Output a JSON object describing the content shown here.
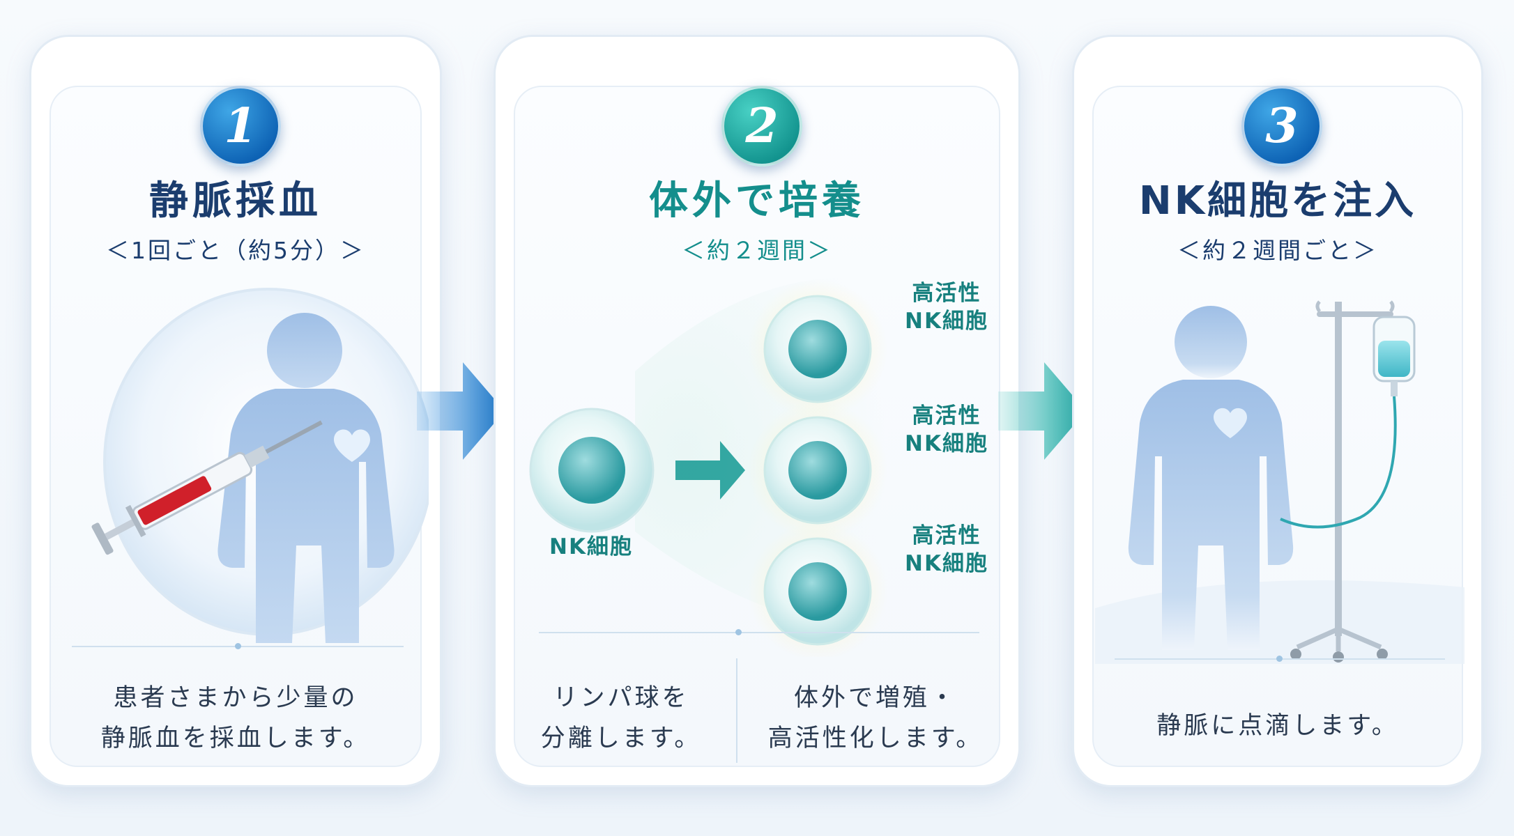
{
  "steps": [
    {
      "number": "1",
      "title": "静脈採血",
      "subtitle": "＜1回ごと（約5分）＞",
      "description_lines": [
        "患者さまから少量の",
        "静脈血を採血します。"
      ]
    },
    {
      "number": "2",
      "title": "体外で培養",
      "subtitle": "＜約２週間＞",
      "source_label": "NK細胞",
      "result_labels": [
        [
          "高活性",
          "NK細胞"
        ],
        [
          "高活性",
          "NK細胞"
        ],
        [
          "高活性",
          "NK細胞"
        ]
      ],
      "description_left": [
        "リンパ球を",
        "分離します。"
      ],
      "description_right": [
        "体外で増殖・",
        "高活性化します。"
      ]
    },
    {
      "number": "3",
      "title": "NK細胞を注入",
      "subtitle": "＜約２週間ごと＞",
      "description_lines": [
        "静脈に点滴します。"
      ]
    }
  ],
  "icons": {
    "step1": [
      "syringe-icon",
      "person-silhouette-icon",
      "heart-icon"
    ],
    "step2": [
      "nk-cell-icon",
      "arrow-right-icon",
      "activated-nk-cell-icon"
    ],
    "step3": [
      "person-silhouette-icon",
      "heart-icon",
      "iv-drip-stand-icon"
    ]
  },
  "colors": {
    "navy": "#1b3d6e",
    "teal": "#148e8c",
    "blue_badge": "#0d62b4",
    "teal_badge": "#12938e",
    "silhouette": "#a9c6ea"
  }
}
